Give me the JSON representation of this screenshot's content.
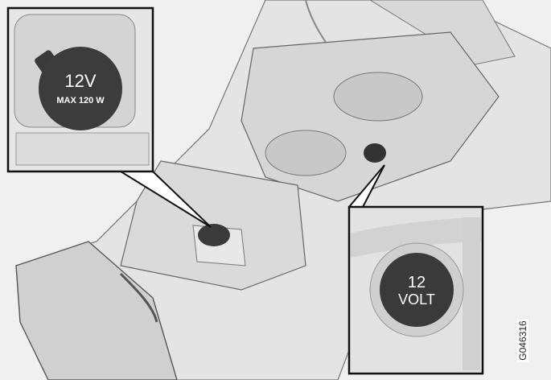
{
  "inset_left": {
    "line1": "12V",
    "line2": "MAX 120 W"
  },
  "inset_right": {
    "line1": "12",
    "line2": "VOLT"
  },
  "figure_code": "G046316"
}
